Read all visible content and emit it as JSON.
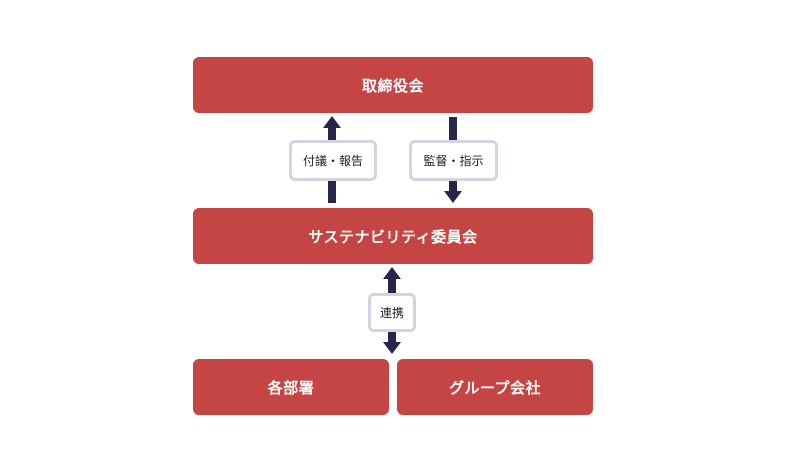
{
  "nodes": {
    "board": "取締役会",
    "committee": "サステナビリティ委員会",
    "departments": "各部署",
    "group_companies": "グループ会社"
  },
  "edges": {
    "report": "付議・報告",
    "supervise": "監督・指示",
    "cooperate": "連携"
  },
  "colors": {
    "box": "#c54444",
    "arrow": "#26254a",
    "label_border": "#d2d4e4"
  }
}
